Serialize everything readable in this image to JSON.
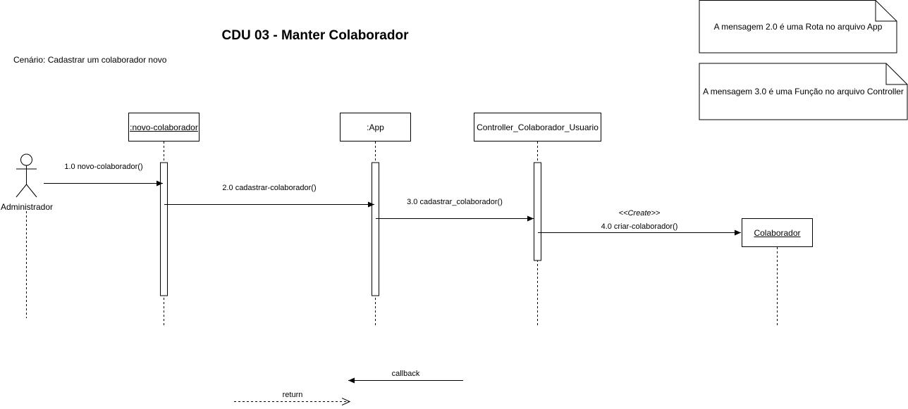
{
  "diagram": {
    "title": "CDU 03 - Manter Colaborador",
    "scenario": "Cenário: Cadastrar um colaborador novo"
  },
  "notes": [
    "A mensagem 2.0 é uma Rota no arquivo App",
    "A mensagem 3.0 é uma Função no arquivo Controller"
  ],
  "actor": {
    "label": "Administrador"
  },
  "participants": [
    {
      "label": ":novo-colaborador"
    },
    {
      "label": ":App"
    },
    {
      "label": "Controller_Colaborador_Usuario"
    },
    {
      "label": "Colaborador"
    }
  ],
  "messages": [
    {
      "label": "1.0 novo-colaborador()"
    },
    {
      "label": "2.0 cadastrar-colaborador()"
    },
    {
      "label": "3.0 cadastrar_colaborador()"
    },
    {
      "label": "4.0 criar-colaborador()",
      "stereotype": "<<Create>>"
    }
  ],
  "legend": {
    "callback": "callback",
    "return": "return"
  }
}
